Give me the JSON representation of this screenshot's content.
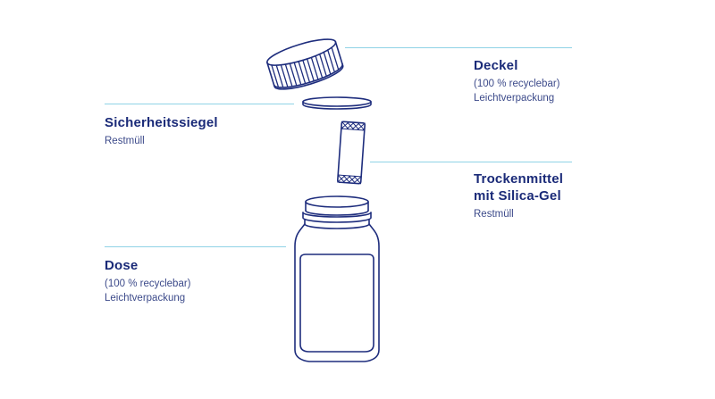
{
  "palette": {
    "outline": "#1e2d7d",
    "leader": "#8fd3e6",
    "text": "#1a2a78",
    "subtext": "#3c4a8a"
  },
  "parts": {
    "deckel": {
      "title": "Deckel",
      "lines": [
        "(100 % recyclebar)",
        "Leichtverpackung"
      ]
    },
    "siegel": {
      "title": "Sicherheitssiegel",
      "lines": [
        "Restmüll"
      ]
    },
    "trockenmittel": {
      "title_lines": [
        "Trockenmittel",
        "mit Silica-Gel"
      ],
      "lines": [
        "Restmüll"
      ]
    },
    "dose": {
      "title": "Dose",
      "lines": [
        "(100 % recyclebar)",
        "Leichtverpackung"
      ]
    }
  },
  "icons": [
    "lid-icon",
    "seal-icon",
    "desiccant-icon",
    "jar-icon"
  ]
}
